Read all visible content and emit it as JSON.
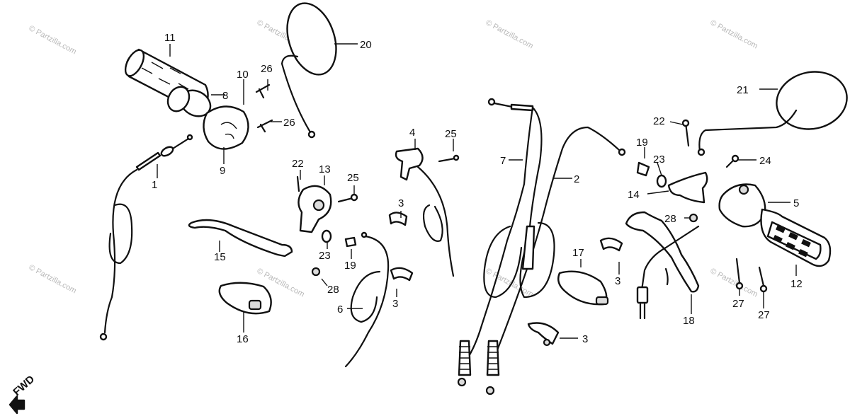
{
  "watermark": "© Partzilla.com",
  "fwd_label": "FWD",
  "callouts": {
    "c1": "1",
    "c2": "2",
    "c3a": "3",
    "c3b": "3",
    "c3c": "3",
    "c3d": "3",
    "c4": "4",
    "c5": "5",
    "c6": "6",
    "c7": "7",
    "c8": "8",
    "c9": "9",
    "c10": "10",
    "c11": "11",
    "c12": "12",
    "c13": "13",
    "c14": "14",
    "c15": "15",
    "c16": "16",
    "c17": "17",
    "c18": "18",
    "c19a": "19",
    "c19b": "19",
    "c20": "20",
    "c21": "21",
    "c22a": "22",
    "c22b": "22",
    "c23a": "23",
    "c23b": "23",
    "c24": "24",
    "c25a": "25",
    "c25b": "25",
    "c26a": "26",
    "c26b": "26",
    "c27a": "27",
    "c27b": "27",
    "c28a": "28",
    "c28b": "28"
  }
}
